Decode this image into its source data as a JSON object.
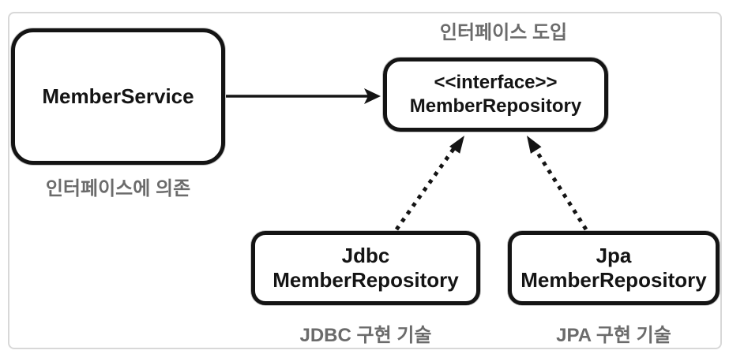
{
  "diagram": {
    "title_top": "인터페이스 도입",
    "member_service": {
      "name": "MemberService",
      "caption": "인터페이스에 의존"
    },
    "interface_box": {
      "stereotype": "<<interface>>",
      "name": "MemberRepository"
    },
    "jdbc_box": {
      "line1": "Jdbc",
      "line2": "MemberRepository",
      "caption": "JDBC 구현 기술"
    },
    "jpa_box": {
      "line1": "Jpa",
      "line2": "MemberRepository",
      "caption": "JPA 구현 기술"
    }
  },
  "colors": {
    "box_border": "#141414",
    "box_text": "#141414",
    "caption": "#6b6b6b",
    "frame": "#d8d8d8",
    "background": "#ffffff",
    "arrow": "#141414"
  }
}
